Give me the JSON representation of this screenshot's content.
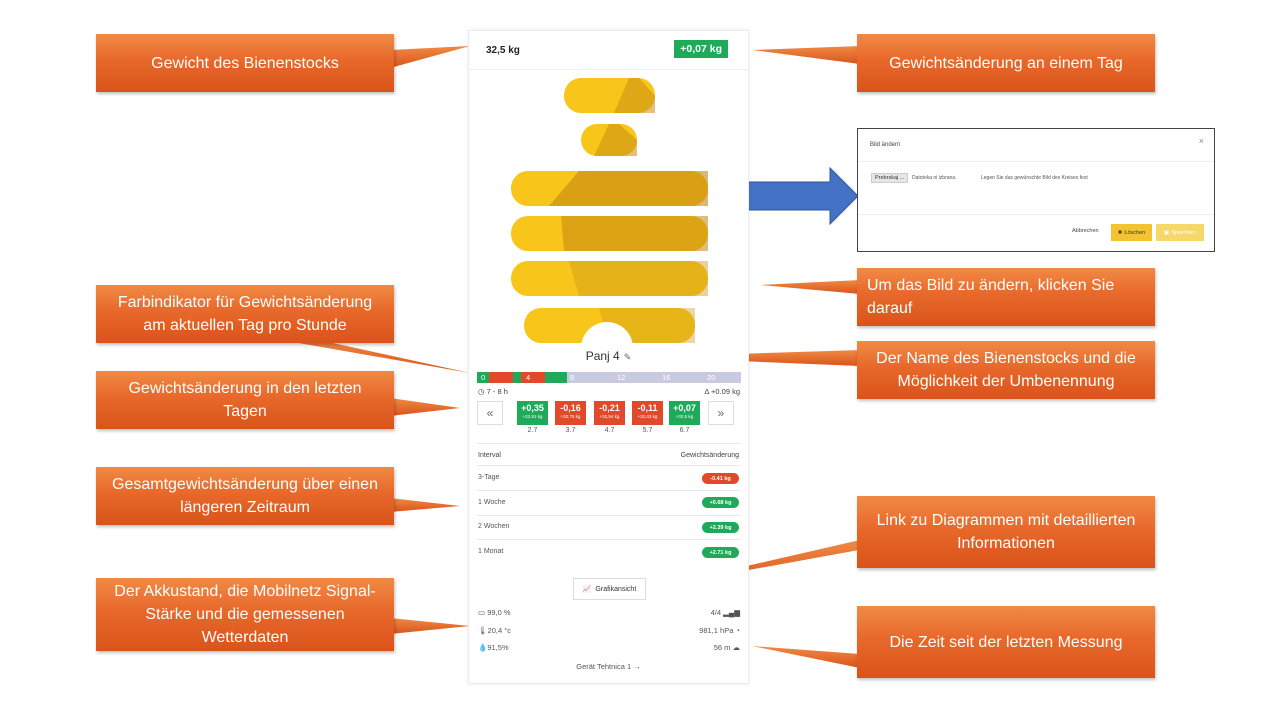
{
  "callouts": {
    "weight": "Gewicht des Bienenstocks",
    "daily_change": "Gewichtsänderung an einem Tag",
    "change_image": "Um das Bild zu ändern, klicken Sie darauf",
    "color_indicator": "Farbindikator für Gewichtsänderung am aktuellen Tag pro Stunde",
    "hive_name": "Der Name des Bienenstocks und die Möglichkeit der Umbenennung",
    "last_days": "Gewichtsänderung in den letzten Tagen",
    "total_change": "Gesamtgewichtsänderung über einen längeren Zeitraum",
    "chart_link": "Link zu Diagrammen mit detaillierten Informationen",
    "battery_signal": "Der Akkustand, die Mobilnetz Signal-Stärke und die gemessenen Wetterdaten",
    "time_since": "Die Zeit seit der letzten Messung"
  },
  "card": {
    "weight": "32,5 kg",
    "daily_change": "+0,07 kg",
    "hive_name": "Panj 4",
    "colorbar": {
      "ticks": [
        "0",
        "4",
        "8",
        "12",
        "16",
        "20"
      ],
      "segment_colors": [
        "#1faa5a",
        "#e04a2a",
        "#1faa5a",
        "#e04a2a",
        "#1faa5a",
        "#c8cbe0"
      ]
    },
    "time_range": "7 - 8 h",
    "delta": "Δ +0.09 kg",
    "prev_icon": "«",
    "next_icon": "»",
    "days": [
      {
        "value": "+0,35",
        "weight": "+32,91 kg",
        "date": "2.7",
        "color": "#1faa5a"
      },
      {
        "value": "-0,16",
        "weight": "+32,75 kg",
        "date": "3.7",
        "color": "#e04a2a"
      },
      {
        "value": "-0,21",
        "weight": "+32,54 kg",
        "date": "4.7",
        "color": "#e04a2a"
      },
      {
        "value": "-0,11",
        "weight": "+32,43 kg",
        "date": "5.7",
        "color": "#e04a2a"
      },
      {
        "value": "+0,07",
        "weight": "+32,5 kg",
        "date": "6.7",
        "color": "#1faa5a"
      }
    ],
    "table": {
      "headers": [
        "Interval",
        "Gewichtsänderung"
      ],
      "rows": [
        {
          "label": "3-Tage",
          "value": "-0.41 kg",
          "color": "#e04a2a"
        },
        {
          "label": "1 Woche",
          "value": "+0.68 kg",
          "color": "#1faa5a"
        },
        {
          "label": "2 Wochen",
          "value": "+2.39 kg",
          "color": "#1faa5a"
        },
        {
          "label": "1 Monat",
          "value": "+2.71 kg",
          "color": "#1faa5a"
        }
      ]
    },
    "chart_button": "Grafikansicht",
    "battery": "99,0 %",
    "signal": "4/4",
    "temperature": "20,4 °c",
    "pressure": "981,1 hPa",
    "humidity": "91,5%",
    "time_since": "56 m",
    "device_link": "Gerät Tehtnica 1"
  },
  "dialog": {
    "title": "Bild ändern",
    "close": "×",
    "file_button": "Prebrskaj ...",
    "file_text": "Datoteka ni izbrana.",
    "hint": "Legen Sie das gewünschte Bild des Kreises fest",
    "cancel": "Abbrechen",
    "delete": "Löschen",
    "save": "Speichern"
  },
  "colors": {
    "accent_orange": "#e8682a",
    "arrow_blue": "#4472c4",
    "hive_yellow": "#f6c51c",
    "green": "#1faa5a",
    "red": "#e04a2a"
  }
}
